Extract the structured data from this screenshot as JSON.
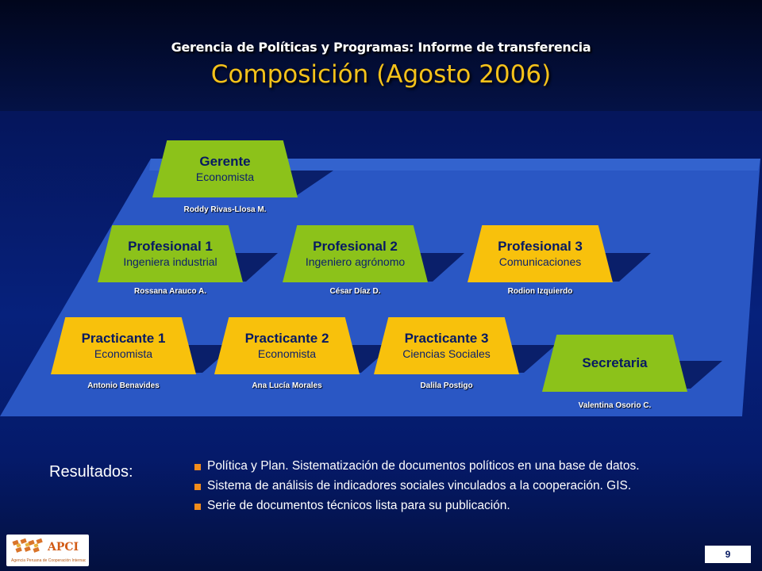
{
  "header": {
    "subtitle": "Gerencia de Políticas y Programas: Informe de transferencia",
    "title": "Composición (Agosto 2006)"
  },
  "org": {
    "gerente": {
      "role": "Gerente",
      "desc": "Economista",
      "person": "Roddy Rivas-Llosa M."
    },
    "profesional_1": {
      "role": "Profesional 1",
      "desc": "Ingeniera industrial",
      "person": "Rossana Arauco A."
    },
    "profesional_2": {
      "role": "Profesional 2",
      "desc": "Ingeniero agrónomo",
      "person": "César Díaz D."
    },
    "profesional_3": {
      "role": "Profesional 3",
      "desc": "Comunicaciones",
      "person": "Rodion Izquierdo"
    },
    "practicante_1": {
      "role": "Practicante 1",
      "desc": "Economista",
      "person": "Antonio Benavides"
    },
    "practicante_2": {
      "role": "Practicante 2",
      "desc": "Economista",
      "person": "Ana Lucía Morales"
    },
    "practicante_3": {
      "role": "Practicante 3",
      "desc": "Ciencias Sociales",
      "person": "Dalila Postigo"
    },
    "secretaria": {
      "role": "Secretaria",
      "person": "Valentina Osorio C."
    }
  },
  "results": {
    "label": "Resultados:",
    "items": [
      "Política y Plan. Sistematización de documentos políticos en una base de datos.",
      "Sistema de análisis de indicadores sociales vinculados a la cooperación. GIS.",
      "Serie de documentos técnicos lista para su publicación."
    ]
  },
  "footer": {
    "logo_text": "APCI",
    "logo_tagline": "Agencia Peruana de Cooperación Internacional",
    "page_number": "9"
  },
  "colors": {
    "green": "#8cc21a",
    "yellow": "#f8c10c",
    "title": "#f5c21a",
    "bullet": "#f28c1c"
  }
}
